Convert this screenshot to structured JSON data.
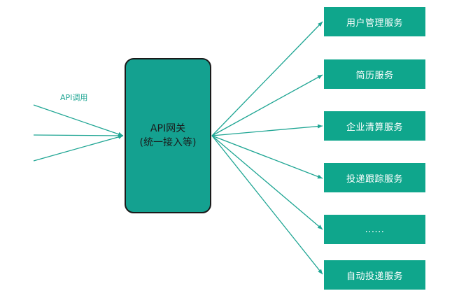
{
  "colors": {
    "box_fill": "#0fa68c",
    "gateway_fill": "#14a190",
    "gateway_border": "#1a1a1a",
    "arrow": "#1ea593",
    "label": "#1ea593",
    "box_text": "#ffffff"
  },
  "caller_label": "API调用",
  "gateway": {
    "line1": "API网关",
    "line2": "(统一接入等)"
  },
  "services": [
    "用户管理服务",
    "简历服务",
    "企业清算服务",
    "投递跟踪服务",
    "......",
    "自动投递服务"
  ]
}
